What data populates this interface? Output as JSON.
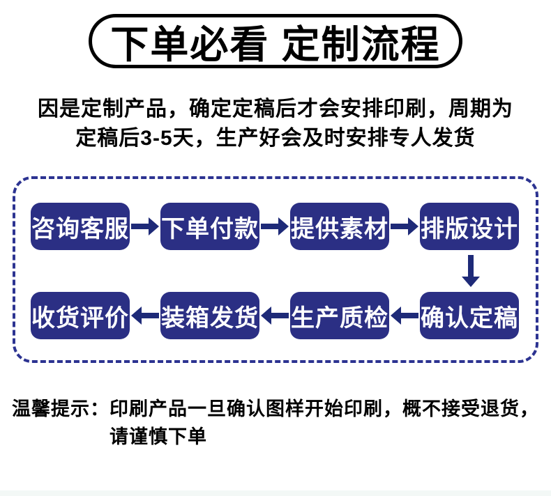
{
  "banner": {
    "title": "下单必看 定制流程"
  },
  "intro": {
    "line1": "因是定制产品，确定定稿后才会安排印刷，周期为",
    "line2": "定稿后3-5天，生产好会及时安排专人发货"
  },
  "flow": {
    "row1": {
      "direction": "right",
      "steps": [
        "咨询客服",
        "下单付款",
        "提供素材",
        "排版设计"
      ]
    },
    "row2": {
      "direction": "left",
      "steps": [
        "收货评价",
        "装箱发货",
        "生产质检",
        "确认定稿"
      ]
    }
  },
  "note": {
    "prefix": "温馨提示：",
    "line1": "印刷产品一旦确认图样开始印刷，概不接受退货，",
    "line2": "请谨慎下单"
  },
  "colors": {
    "box_navy": "#2b2f84",
    "arrow_navy": "#1e2a78",
    "dash_blue": "#2c3391",
    "outline_black": "#000000",
    "footer_strip": "#f3f8f6"
  }
}
